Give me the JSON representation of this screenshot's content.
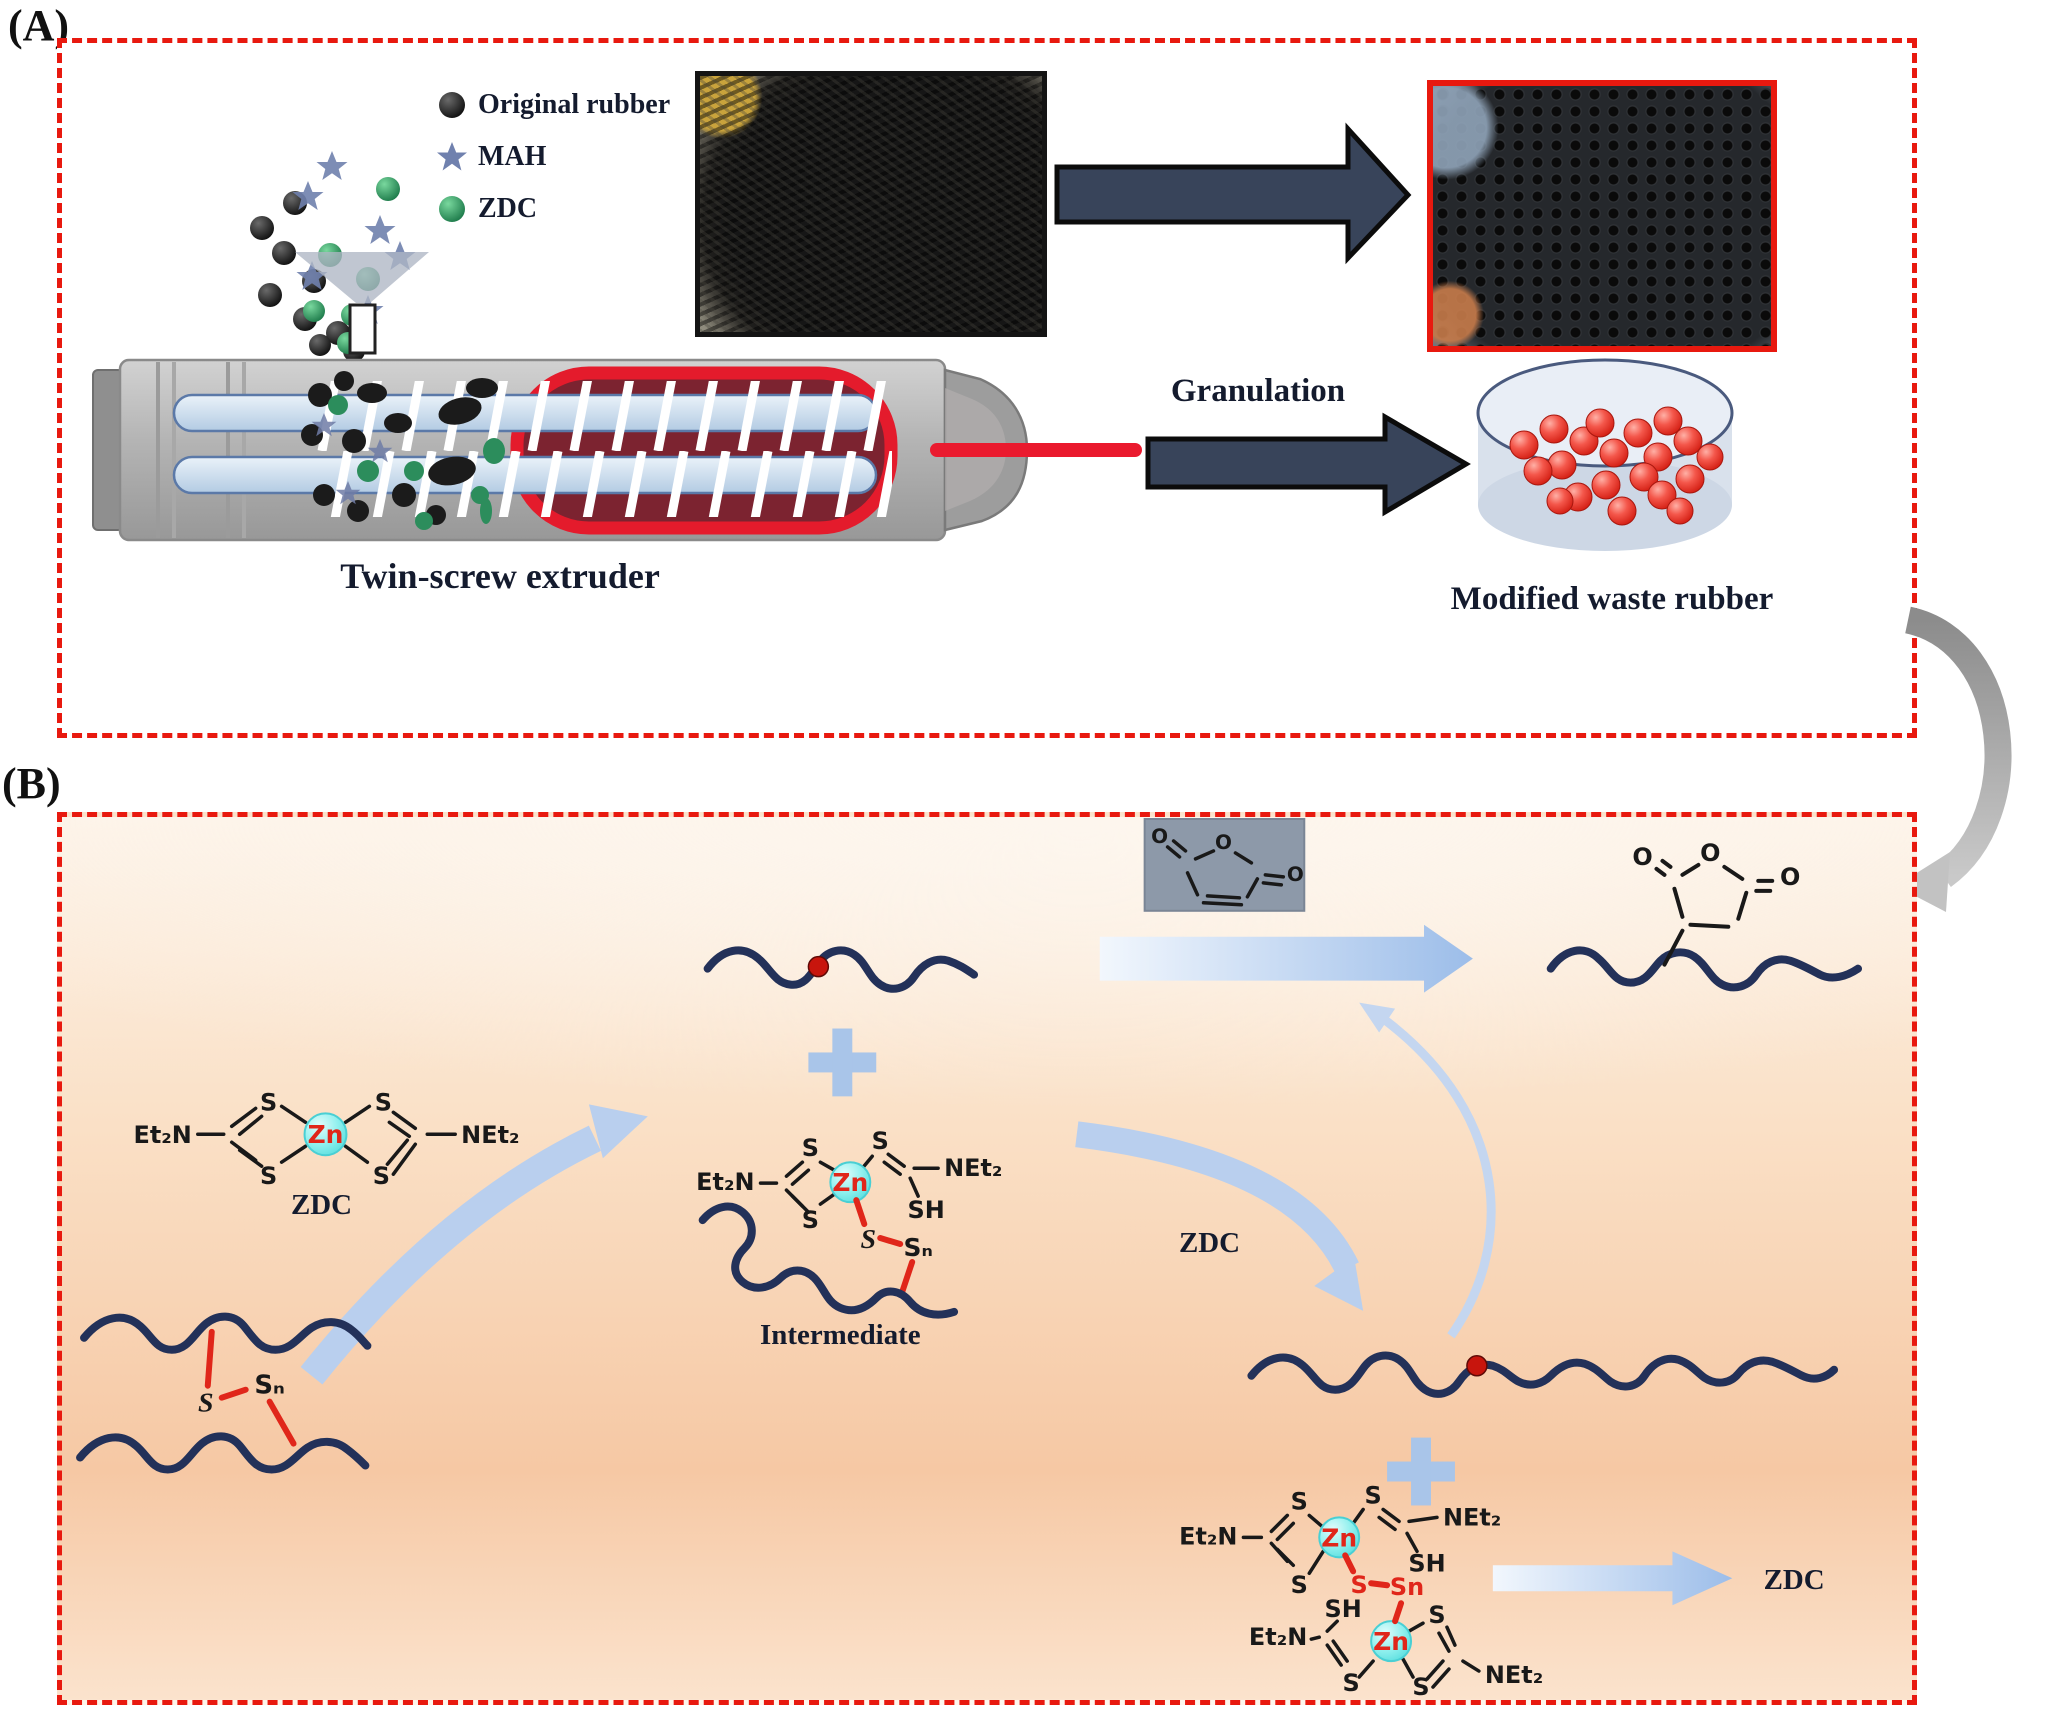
{
  "panel_a": {
    "label": "(A)",
    "legend": {
      "original_rubber": "Original rubber",
      "mah": "MAH",
      "zdc": "ZDC"
    },
    "extruder_caption": "Twin-screw extruder",
    "granulation_label": "Granulation",
    "product_caption": "Modified waste rubber"
  },
  "panel_b": {
    "label": "(B)",
    "atoms": {
      "s": "S",
      "sn_sub": "Sₙ",
      "sn": "Sn",
      "sh": "SH",
      "zn": "Zn",
      "et2n": "Et₂N",
      "net2": "NEt₂",
      "o": "O"
    },
    "captions": {
      "zdc": "ZDC",
      "intermediate": "Intermediate",
      "zdc_reagent": "ZDC",
      "zdc_released": "ZDC"
    }
  },
  "colors": {
    "panel_border": "#e8190f",
    "chain": "#233159",
    "red_bond": "#e0261a",
    "zn_fill": "#8ff0ee",
    "blue_arrow": "#a9c5ec",
    "dark_arrow": "#38445a",
    "mah_box": "#8d99a9"
  }
}
